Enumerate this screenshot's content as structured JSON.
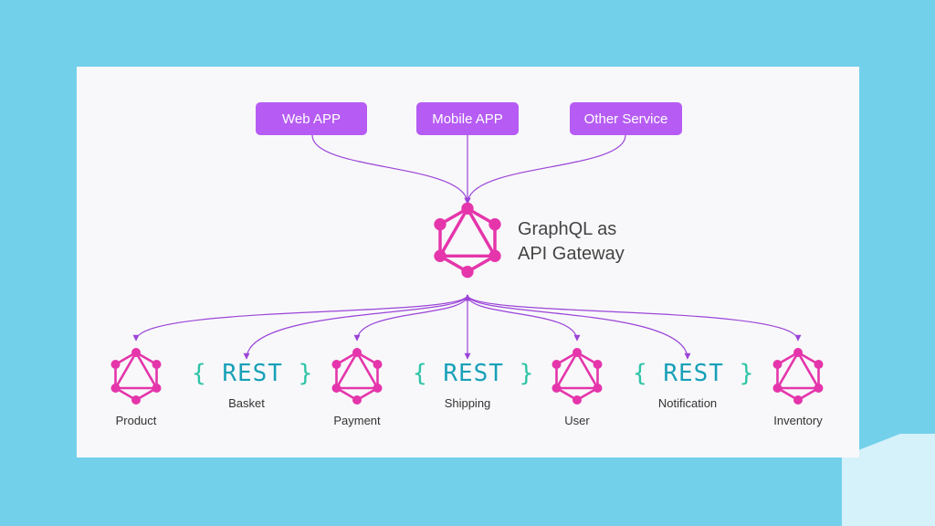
{
  "colors": {
    "background": "#73d0ea",
    "card": "#f8f8fa",
    "client_button": "#b65cf4",
    "connector": "#9b44d8",
    "graphql_pink": "#e535ab",
    "rest_text": "#18a0b8",
    "rest_brace": "#2ec4a6"
  },
  "clients": [
    {
      "label": "Web APP"
    },
    {
      "label": "Mobile APP"
    },
    {
      "label": "Other Service"
    }
  ],
  "gateway": {
    "icon": "graphql-icon",
    "line1": "GraphQL as",
    "line2": "API Gateway"
  },
  "services": [
    {
      "type": "graphql",
      "icon": "graphql-icon",
      "label": "Product"
    },
    {
      "type": "rest",
      "icon": "rest-braces",
      "open_brace": "{",
      "text": "REST",
      "close_brace": "}",
      "label": "Basket"
    },
    {
      "type": "graphql",
      "icon": "graphql-icon",
      "label": "Payment"
    },
    {
      "type": "rest",
      "icon": "rest-braces",
      "open_brace": "{",
      "text": "REST",
      "close_brace": "}",
      "label": "Shipping"
    },
    {
      "type": "graphql",
      "icon": "graphql-icon",
      "label": "User"
    },
    {
      "type": "rest",
      "icon": "rest-braces",
      "open_brace": "{",
      "text": "REST",
      "close_brace": "}",
      "label": "Notification"
    },
    {
      "type": "graphql",
      "icon": "graphql-icon",
      "label": "Inventory"
    }
  ]
}
